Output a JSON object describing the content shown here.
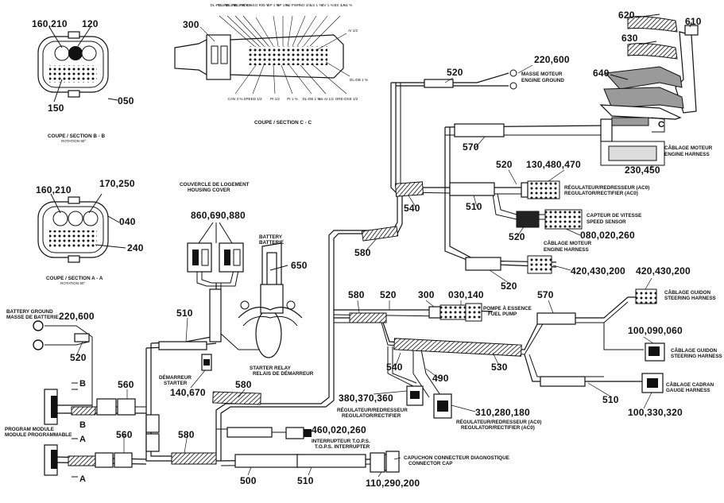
{
  "section_b": {
    "labels": [
      "160,210",
      "120",
      "150",
      "050"
    ],
    "caption": "COUPE / SECTION B - B",
    "sub": "ROTATION 90°"
  },
  "section_a": {
    "labels": [
      "160,210",
      "170,250",
      "040",
      "240"
    ],
    "caption": "COUPE / SECTION A - A",
    "sub": "ROTATION 90°"
  },
  "section_c": {
    "label": "300",
    "caption": "COUPE / SECTION C - C",
    "pins_top": [
      "DL-PR 1 %",
      "DL-RR 1 %",
      "DL-RR 1 %",
      "DL-RR 1 %",
      "ORE-SO R/B-Y",
      "BP 1 %",
      "BP 1 %",
      "INJ PWR",
      "NO 3/4",
      "LS 1 %",
      "BV 1 %",
      "BS 1 %",
      "LA 1 %"
    ],
    "pins_bottom": [
      "CAN 3 %",
      "SPEED 1/2",
      "PI 1/2",
      "PI 1 %",
      "DL-DB 1 %",
      "SS-AI 1/2",
      "ORE-DSE 1/2"
    ],
    "pin_right_top": "AI 1/2",
    "pin_right_bottom": "DL-DB 1 %"
  },
  "labels": {
    "l620a": "620",
    "l610": "610",
    "l630": "630",
    "l640": "640",
    "l520_top": "520",
    "l220_600_top": "220,600",
    "ground_line1": "MASSE MOTEUR",
    "ground_line2": "ENGINE GROUND",
    "l570_top": "570",
    "engine_harness_1": "CÂBLAGE MOTEUR",
    "engine_harness_2": "ENGINE HARNESS",
    "l230_450": "230,450",
    "l520_mid": "520",
    "l130_480_470": "130,480,470",
    "reg_line1": "RÉGULATEUR/REDRESSEUR (AC0)",
    "reg_line2": "REGULATOR/RECTIFIER (AC0)",
    "l540_top": "540",
    "l510_mid": "510",
    "speed_line1": "CAPTEUR DE VITESSE",
    "speed_line2": "SPEED SENSOR",
    "l080_020_260": "080,020,260",
    "l520_low": "520",
    "engine_harness_3": "CÂBLAGE MOTEUR",
    "engine_harness_4": "ENGINE HARNESS",
    "l420_430_200_a": "420,430,200",
    "l520_b": "520",
    "l580_top": "580",
    "housing_line1": "COUVERCLE DE LOGEMENT",
    "housing_line2": "HOUSING COVER",
    "l860": "860,690,880",
    "battery_line1": "BATTERY",
    "battery_line2": "BATTERIE",
    "l650": "650",
    "l420_430_200_b": "420,430,200",
    "steering_1": "CÂBLAGE GUIDON",
    "steering_2": "STEERING HARNESS",
    "l580_mid": "580",
    "l520_pump": "520",
    "l300": "300",
    "l030_140": "030,140",
    "pump_line1": "POMPE À ESSENCE",
    "pump_line2": "FUEL PUMP",
    "l570_right": "570",
    "bat_ground_1": "BATTERY GROUND",
    "bat_ground_2": "MASSE DE BATTERIE",
    "l220_600_left": "220,600",
    "l510_left": "510",
    "l520_left": "520",
    "l100_090_060": "100,090,060",
    "steering_3": "CÂBLAGE GUIDON",
    "steering_4": "STEERING HARNESS",
    "starter_relay_1": "STARTER RELAY",
    "starter_relay_2": "RELAIS DE DÉMARREUR",
    "starter_1": "DÉMARREUR",
    "starter_2": "STARTER",
    "l540_mid": "540",
    "l530": "530",
    "l490": "490",
    "l140_670": "140,670",
    "l560_a": "560",
    "l580_mid2": "580",
    "l380": "380,370,360",
    "reg2_line1": "RÉGULATEUR/REDRESSEUR",
    "reg2_line2": "REGULATOR/RECTIFIER",
    "l510_right": "510",
    "gauge_1": "CÂBLAGE CADRAN",
    "gauge_2": "GAUGE HARNESS",
    "l100_330_320": "100,330,320",
    "prog_1": "PROGRAM MODULE",
    "prog_2": "MODULE PROGRAMMABLE",
    "l560_b": "560",
    "l580_low": "580",
    "l310_280_180": "310,280,180",
    "reg3_line1": "RÉGULATEUR/REDRESSEUR (AC0)",
    "reg3_line2": "REGULATOR/RECTIFIER (AC0)",
    "l460_020_260": "460,020,260",
    "tops_1": "INTERRUPTEUR T.O.P.S.",
    "tops_2": "T.O.P.S. INTERRUPTER",
    "diag_1": "CAPUCHON CONNECTEUR DIAGNOSTIQUE",
    "diag_2": "CONNECTOR CAP",
    "l500": "500",
    "l510_bottom": "510",
    "l110_290_200": "110,290,200",
    "sec_b_mark": "B",
    "sec_b_mark2": "B",
    "sec_a_mark": "A",
    "sec_a_mark2": "A",
    "sec_c_mark": "C"
  }
}
